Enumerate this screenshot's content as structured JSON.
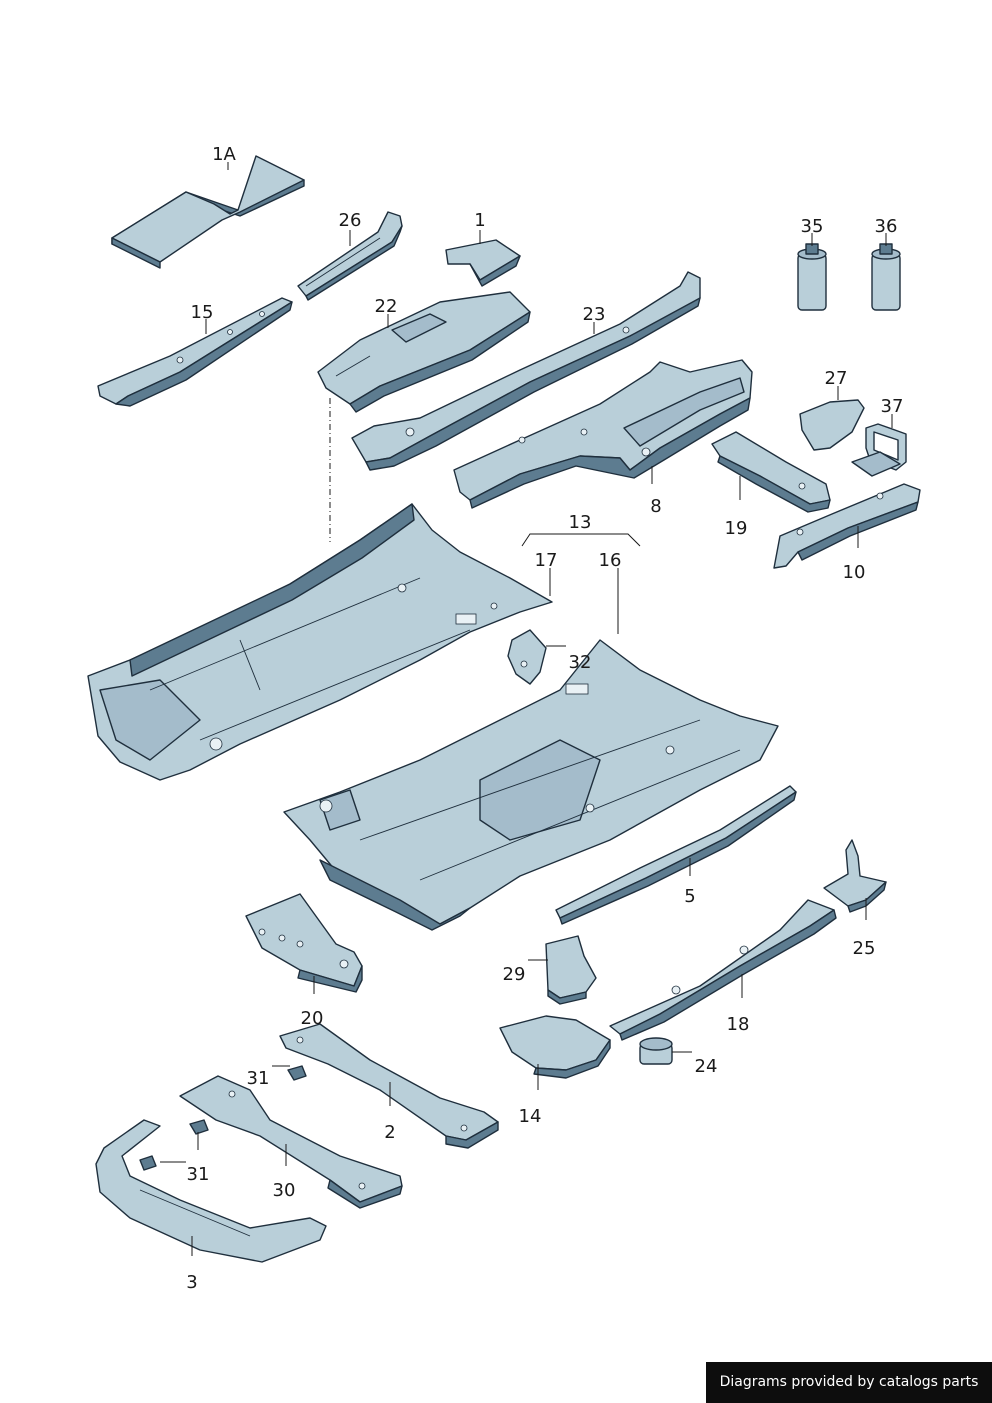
{
  "callouts": {
    "c1A": "1A",
    "c26": "26",
    "c1": "1",
    "c35": "35",
    "c36": "36",
    "c15": "15",
    "c22": "22",
    "c23": "23",
    "c27": "27",
    "c37": "37",
    "c8": "8",
    "c19": "19",
    "c10": "10",
    "c13": "13",
    "c17": "17",
    "c16": "16",
    "c32": "32",
    "c5": "5",
    "c25": "25",
    "c29": "29",
    "c18": "18",
    "c20": "20",
    "c24": "24",
    "c31a": "31",
    "c2": "2",
    "c14": "14",
    "c31b": "31",
    "c30": "30",
    "c3": "3"
  },
  "credit": "Diagrams provided by catalogs parts",
  "colors": {
    "part_fill": "#b9cfd9",
    "part_shadow": "#5d7c90",
    "outline": "#1f2f3d"
  }
}
